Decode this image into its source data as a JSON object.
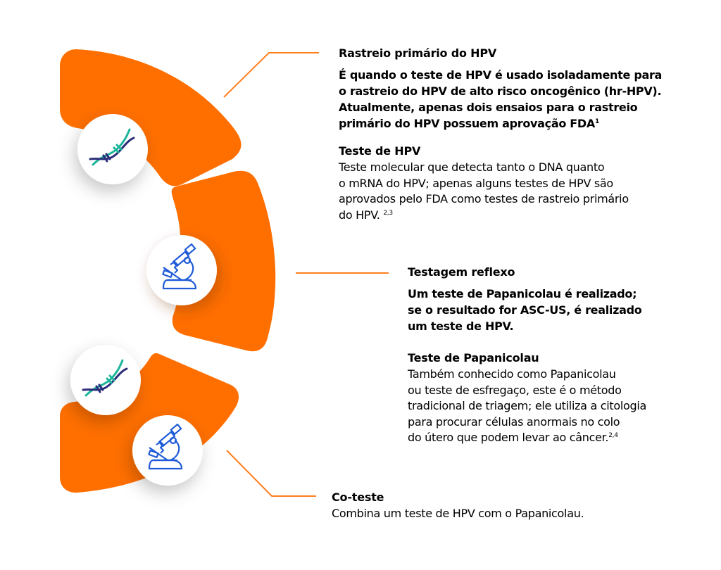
{
  "colors": {
    "segment": "#FF6F00",
    "leader_line": "#FF7F1F",
    "dna_teal": "#1BB59A",
    "dna_navy": "#2B2E7A",
    "microscope_blue": "#1F5BD8",
    "text": "#000000"
  },
  "icons": [
    "dna-icon",
    "microscope-icon",
    "dna-icon",
    "microscope-icon"
  ],
  "sections": {
    "primary": {
      "title": "Rastreio primário do HPV",
      "lead_lines": [
        "É quando o teste de HPV é usado isoladamente para",
        "o rastreio do HPV de alto risco oncogênico (hr-HPV).",
        "Atualmente, apenas dois ensaios para o rastreio",
        "primário do HPV possuem aprovação FDA"
      ],
      "lead_ref": "1",
      "sub_title": "Teste de HPV",
      "sub_lines": [
        "Teste molecular que detecta tanto o DNA quanto",
        "o mRNA do HPV; apenas alguns testes de HPV são",
        "aprovados pelo FDA como testes de rastreio primário",
        "do HPV. "
      ],
      "sub_ref": "2,3"
    },
    "reflex": {
      "title": "Testagem reflexo",
      "lead_lines": [
        "Um teste de Papanicolau é realizado;",
        "se o resultado for ASC-US, é realizado",
        "um teste de HPV."
      ],
      "sub_title": "Teste de Papanicolau",
      "sub_lines": [
        "Também conhecido como Papanicolau",
        "ou teste de esfregaço, este é o método",
        "tradicional de triagem; ele utiliza a citologia",
        "para procurar células anormais no colo",
        "do útero que podem levar ao câncer."
      ],
      "sub_ref": "2,4"
    },
    "cotest": {
      "title": "Co-teste",
      "body": "Combina um teste de HPV com o Papanicolau."
    }
  }
}
